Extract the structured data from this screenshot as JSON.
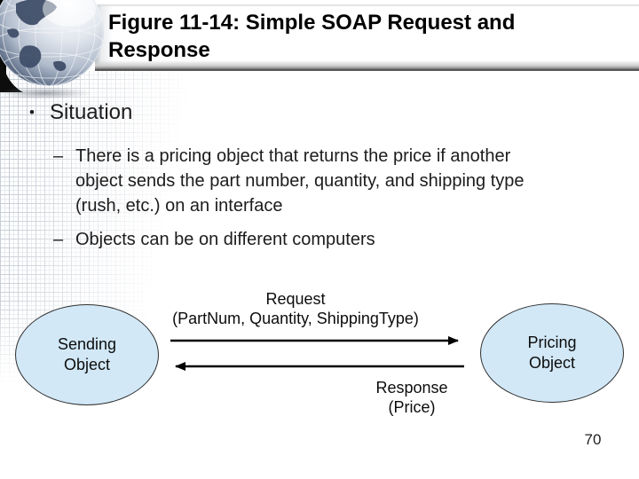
{
  "slide": {
    "title": "Figure 11-14: Simple SOAP Request and Response",
    "page_number": "70"
  },
  "bullets": {
    "bullet_glyph": "•",
    "dash_glyph": "–",
    "main": "Situation",
    "sub1_lines": [
      "There is a pricing object that returns the price if another",
      "object sends the part number, quantity, and shipping type",
      "(rush, etc.) on an interface"
    ],
    "sub2": "Objects can be on different computers"
  },
  "diagram": {
    "request": {
      "line1": "Request",
      "line2": "(PartNum, Quantity, ShippingType)"
    },
    "response": {
      "line1": "Response",
      "line2": "(Price)"
    },
    "left_node": {
      "line1": "Sending",
      "line2": "Object"
    },
    "right_node": {
      "line1": "Pricing",
      "line2": "Object"
    },
    "node_fill": "#d2e8f7",
    "node_border": "#2f2f2f",
    "arrow_color": "#000000"
  },
  "icons": {
    "globe": "globe-icon"
  },
  "colors": {
    "banner_rule_dark": "#4c4c4c",
    "pattern_line": "#c3c9d2",
    "text": "#1c1c1c"
  }
}
